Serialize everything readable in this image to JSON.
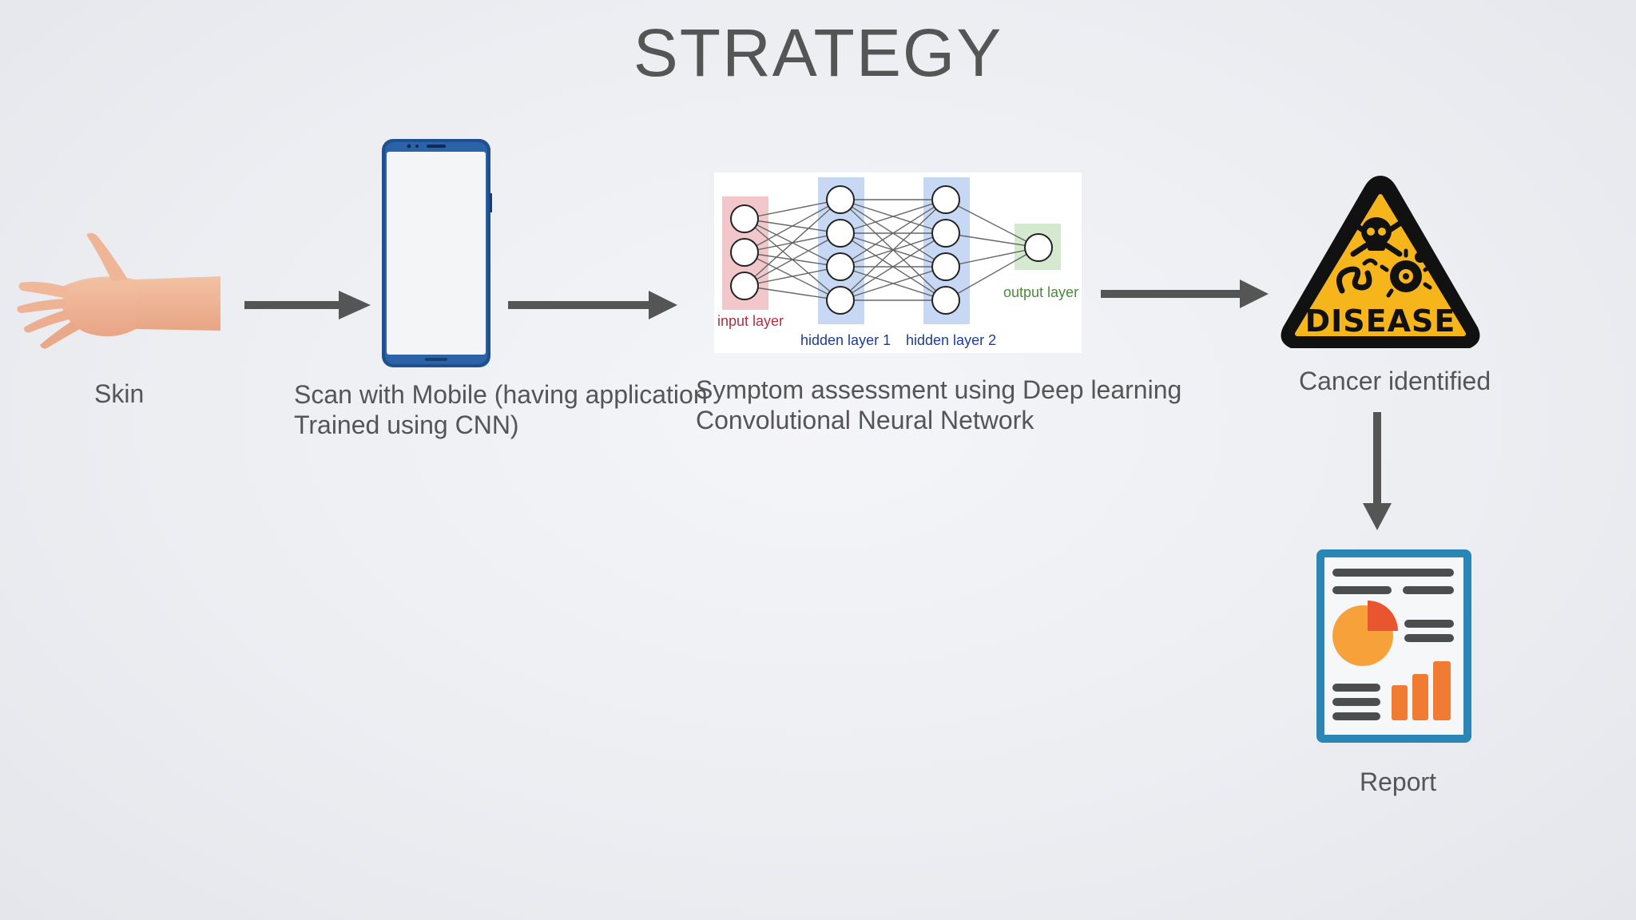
{
  "slide": {
    "title": "STRATEGY"
  },
  "steps": {
    "skin": {
      "label": "Skin"
    },
    "mobile": {
      "line1": "Scan with Mobile (having application",
      "line2": "Trained using CNN)"
    },
    "cnn": {
      "line1": "Symptom assessment using Deep learning",
      "line2": "Convolutional Neural Network",
      "input_layer": "input layer",
      "hidden_layer_1": "hidden layer 1",
      "hidden_layer_2": "hidden layer 2",
      "output_layer": "output layer"
    },
    "disease": {
      "sign_text": "DISEASE",
      "label": "Cancer identified"
    },
    "report": {
      "label": "Report"
    }
  },
  "colors": {
    "arrow": "#555555",
    "phone": "#1f4f8f",
    "input_layer": "#f2c7cb",
    "hidden_layer": "#c7d8f4",
    "output_layer": "#d4e9cd",
    "warning_yellow": "#f6b51b",
    "report_border": "#2a86b4",
    "report_orange": "#f07c34"
  }
}
